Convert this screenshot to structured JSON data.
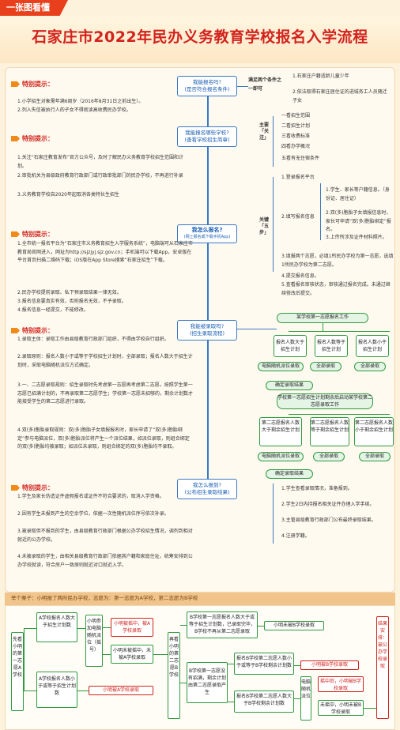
{
  "banner": {
    "tag": "一张图看懂"
  },
  "title": "石家庄市2022年民办义务教育学校报名入学流程",
  "colors": {
    "accent_red": "#d2231d",
    "accent_orange": "#f08b1a",
    "blue": "#3a78c2",
    "green": "#2f9a3e"
  },
  "tip_label": "特别提示：",
  "q1": {
    "question": "我能报名吗?\n(是否符合报名条件)",
    "cond_label": "满足两个条件之一即可",
    "conds": [
      "1.石家庄户籍适龄儿童少年",
      "2.依法取得石家庄居住证的进城务工人员随迁子女"
    ],
    "tips": [
      "1.小学招生对象需年满6周岁（2016年8月31日之前出生）。",
      "2.列入失信被执行人的子女不得就读高收费民办学校。"
    ]
  },
  "q2": {
    "question": "我能报名哪些学校?\n(查看学校招生简章)",
    "focus_label": "主要「关注」",
    "items": [
      "一看招生范围",
      "二看招生计划",
      "三看收费标准",
      "四看办学概况",
      "五看有无住宿条件"
    ],
    "tips": [
      "1.关注“石家庄教育发布”官方公众号，及时了解民办义务教育学校招生范围和计划。",
      "2.审批机关为县级政府教育行政部门或行政审批部门的民办学校，不再进行补录",
      "3.义务教育学校自2020年起取消各类特长生招生"
    ]
  },
  "q3": {
    "question": "我怎么报名?",
    "question_sub": "(网上报名或下载手机App)",
    "key_label": "关键「五步」",
    "steps": [
      "1.登录报名平台",
      "2.填写报名信息",
      "3.填报两个志愿，必填1所民办学校为第一志愿，选填1所民办学校为第二志愿。",
      "4.提交报名信息。",
      "5.查看报名审核状态，审核通过报名完成。未通过继续修改后提交。"
    ],
    "substeps": [
      "1.学生、家长等户籍信息。（身份证、居住证）",
      "2.双(多)胞胎子女填报信息时，家长可申请“双(多)胞胎绑定”报名。",
      "3.上传所涉及证件材料照片。"
    ],
    "tips": [
      "1.全市统一报名平台为“石家庄市义务教育招生入学服务系统”，电脑端可从石家庄市教育局官网进入，网址为http://sjzjyj.sjz.gov.cn；手机端可以下载App，安卓版在平台首页扫描二维码下载；iOS版在App Store搜索“石家庄招生”下载。",
      "2.民办学校提前录取、私下预录取结果一律无效。",
      "3.报名信息要真实有效，否则报名无效，不予录取。",
      "4.报名信息一经提交，不能修改。"
    ]
  },
  "q4": {
    "question": "我能被录取吗?\n(招生录取流程)",
    "tips": [
      "1.录取主体：录取工作由县级教育行政部门组织，不得由学校自行组织。",
      "2.录取原则：报名人数小于或等于学校招生计划时，全部录取；报名人数大于招生计划时，采取电脑随机派位方式确定。",
      "3.一、二志愿录取规则：招生录取时先考虑第一志愿再考虑第二志愿。按照学生第一志愿已招满计划的，不再录取第二志愿学生；学校第一志愿未招够的，剩余计划数才能接受学生的第二志愿进行录取。",
      "4.双(多)胞胎录取规则：双(多)胞胎子女填报报名时，家长申请了“双(多)胞胎绑定”参与电脑派位，双(多)胞胎派位将产生一个派位结果，如派位录取，则组合绑定的双(多)胞胎均被录取；如派位未录取，则组合绑定的双(多)胞胎均不录取。"
    ],
    "flow": {
      "first": "某学校第一志愿报名工作",
      "a": "报名人数大于招生计划",
      "b": "报名人数等于招生计划",
      "c": "报名人数小于招生计划",
      "lottery": "电脑随机派位录取",
      "all1": "全部录取",
      "all2": "全部录取",
      "confirm": "确定录取结果",
      "second": "学校第一志愿招生计划剩余后启动某学校第二志愿录取工作",
      "d": "第二志愿报名人数大于剩余招生计划",
      "e": "第二志愿报名人数等于剩余招生计划",
      "f": "第二志愿报名人数小于剩余招生计划",
      "lottery2": "电脑随机派位录取",
      "all3": "全部录取",
      "all4": "全部录取",
      "confirm2": "确定录取结果"
    }
  },
  "q5": {
    "question": "我怎么报到?\n(公布招生录取结果)",
    "steps": [
      "1.学生查看录取情况，准备报到。",
      "2.学生2日内持报名相关证件办理入学手续。",
      "3.主管县级教育行政部门公布最终录取结果。",
      "4.注册学籍。"
    ],
    "tips": [
      "1.学生及家长伪造证件虚假报名或证件不符合要求的，取消入学资格。",
      "2.因有学生未报到产生的空余学位，依据一次性随机派位序号依次补录。",
      "3.被录取但不报到的学生，由县级教育行政部门根据公办学校招生情况，调剂到相对就近的公办学校。",
      "4.未被录取的学生，由相关县级教育行政部门依据其户籍和家庭住址，统筹安排到公办学校就读，符合房户一致原则就近对口就近入学。"
    ]
  },
  "example": {
    "header": "举个栗子：小明报了两所民办学校，志愿为：第一志愿为A学校，第二志愿为B学校",
    "col1": "先看小明的第一志愿A学校",
    "a_big": "A学校报名人数大于招生计划数",
    "a_small": "A学校报名人数小于或等于招生计划数",
    "lottery_box": "小明参加电脑随机派位（摇号）",
    "win": "小明被摇中，被A学校录取",
    "lose": "小明未被摇中，未被A学校录取",
    "direct": "小明被A学校录取",
    "col2": "再看小明的第二志愿B学校",
    "b1": "B学校第一志愿报名人数大于或等于招生计划数，已录取完毕，B学校不再从第二志愿录取",
    "b1_res": "小明未被B学校录取",
    "b2": "B学校第一志愿没有招满，剩余计划由第二志愿录取产生",
    "b2a": "报名B学校第二志愿人数小于或等于B学校剩余计划数",
    "b2a_res": "小明被B学校录取",
    "b2b": "报名B学校第二志愿人数大于B学校剩余计划数",
    "lottery_b": "电脑随机派位",
    "b2b_win": "摇中后，小明被B学校录取",
    "b2b_lose": "未摇中，小明未被B学校录取",
    "final": "结果安排：被公办学校录取"
  }
}
